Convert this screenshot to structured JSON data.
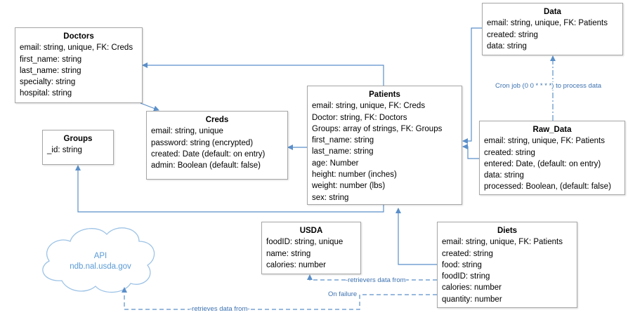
{
  "entities": {
    "doctors": {
      "title": "Doctors",
      "fields": [
        "email: string, unique, FK: Creds",
        "first_name: string",
        "last_name: string",
        "specialty: string",
        "hospital: string"
      ]
    },
    "creds": {
      "title": "Creds",
      "fields": [
        "email: string, unique",
        "password: string (encrypted)",
        "created: Date (default: on entry)",
        "admin: Boolean (default: false)"
      ]
    },
    "groups": {
      "title": "Groups",
      "fields": [
        "_id: string"
      ]
    },
    "patients": {
      "title": "Patients",
      "fields": [
        "email: string, unique, FK: Creds",
        "Doctor: string, FK: Doctors",
        "Groups: array of strings, FK: Groups",
        "first_name: string",
        "last_name: string",
        "age: Number",
        "height: number (inches)",
        "weight: number (lbs)",
        "sex: string"
      ]
    },
    "data": {
      "title": "Data",
      "fields": [
        "email: string, unique, FK: Patients",
        "created: string",
        "data: string"
      ]
    },
    "raw_data": {
      "title": "Raw_Data",
      "fields": [
        "email: string, unique, FK: Patients",
        "created: string",
        "entered: Date, (default: on entry)",
        "data: string",
        "processed: Boolean, (default: false)"
      ]
    },
    "usda": {
      "title": "USDA",
      "fields": [
        "foodID: string, unique",
        "name: string",
        "calories: number"
      ]
    },
    "diets": {
      "title": "Diets",
      "fields": [
        "email: string, unique, FK: Patients",
        "created: string",
        "food: string",
        "foodID: string",
        "calories: number",
        "quantity: number"
      ]
    }
  },
  "api": {
    "line1": "API",
    "line2": "ndb.nal.usda.gov"
  },
  "labels": {
    "cron": "Cron job (0 0 * * * *) to process data",
    "retrievers": "-retrievers data from",
    "on_failure": "On failure",
    "retrieves": "-retrieves data from-"
  },
  "colors": {
    "connector": "#5b8fc9",
    "border": "#a6a6a6",
    "cloud": "#9dc3e6",
    "label": "#3d72b0"
  }
}
